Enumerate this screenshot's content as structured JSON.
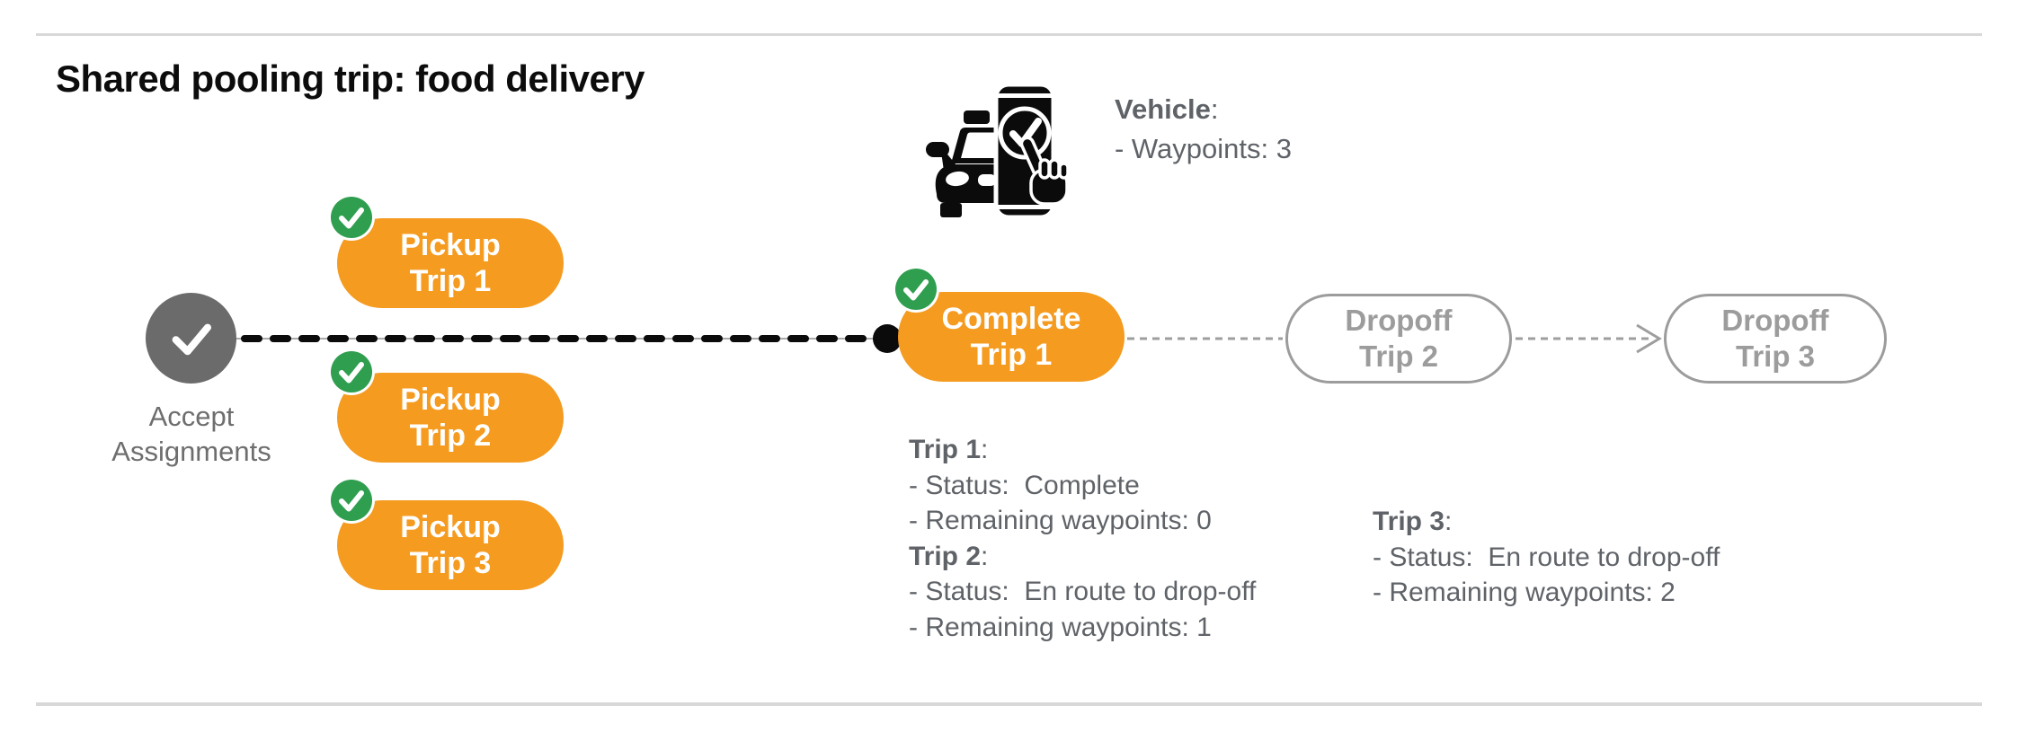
{
  "colors": {
    "orange": "#F49B20",
    "green": "#2F9E4F",
    "node_gray": "#6B6B6B",
    "text_gray": "#5F6368",
    "muted_gray": "#6E6E6E",
    "outline_gray": "#9C9C9C",
    "line_gray": "#9E9E9E",
    "underlay_gray": "#ABABAB",
    "black": "#0B0B0B",
    "rule_gray": "#D8D8D8"
  },
  "header": {
    "title": "Shared pooling trip: food delivery"
  },
  "vehicle": {
    "icon": "car-phone-check-icon",
    "label": "Vehicle",
    "colon": ":",
    "waypoints": "- Waypoints: 3"
  },
  "flow": {
    "start": {
      "icon": "check-icon",
      "label_line1": "Accept",
      "label_line2": "Assignments"
    },
    "pickups": [
      {
        "badge_icon": "check-badge-icon",
        "line1": "Pickup",
        "line2": "Trip 1"
      },
      {
        "badge_icon": "check-badge-icon",
        "line1": "Pickup",
        "line2": "Trip 2"
      },
      {
        "badge_icon": "check-badge-icon",
        "line1": "Pickup",
        "line2": "Trip 3"
      }
    ],
    "complete": {
      "badge_icon": "check-badge-icon",
      "line1": "Complete",
      "line2": "Trip 1"
    },
    "dropoffs": [
      {
        "line1": "Dropoff",
        "line2": "Trip 2"
      },
      {
        "line1": "Dropoff",
        "line2": "Trip 3"
      }
    ]
  },
  "details": {
    "block1": [
      {
        "label": "Trip 1",
        "colon": ":",
        "lines": [
          "- Status:  Complete",
          "- Remaining waypoints: 0"
        ]
      },
      {
        "label": "Trip 2",
        "colon": ":",
        "lines": [
          "- Status:  En route to drop-off",
          "- Remaining waypoints: 1"
        ]
      }
    ],
    "block2": [
      {
        "label": "Trip 3",
        "colon": ":",
        "lines": [
          "- Status:  En route to drop-off",
          "- Remaining waypoints: 2"
        ]
      }
    ]
  }
}
